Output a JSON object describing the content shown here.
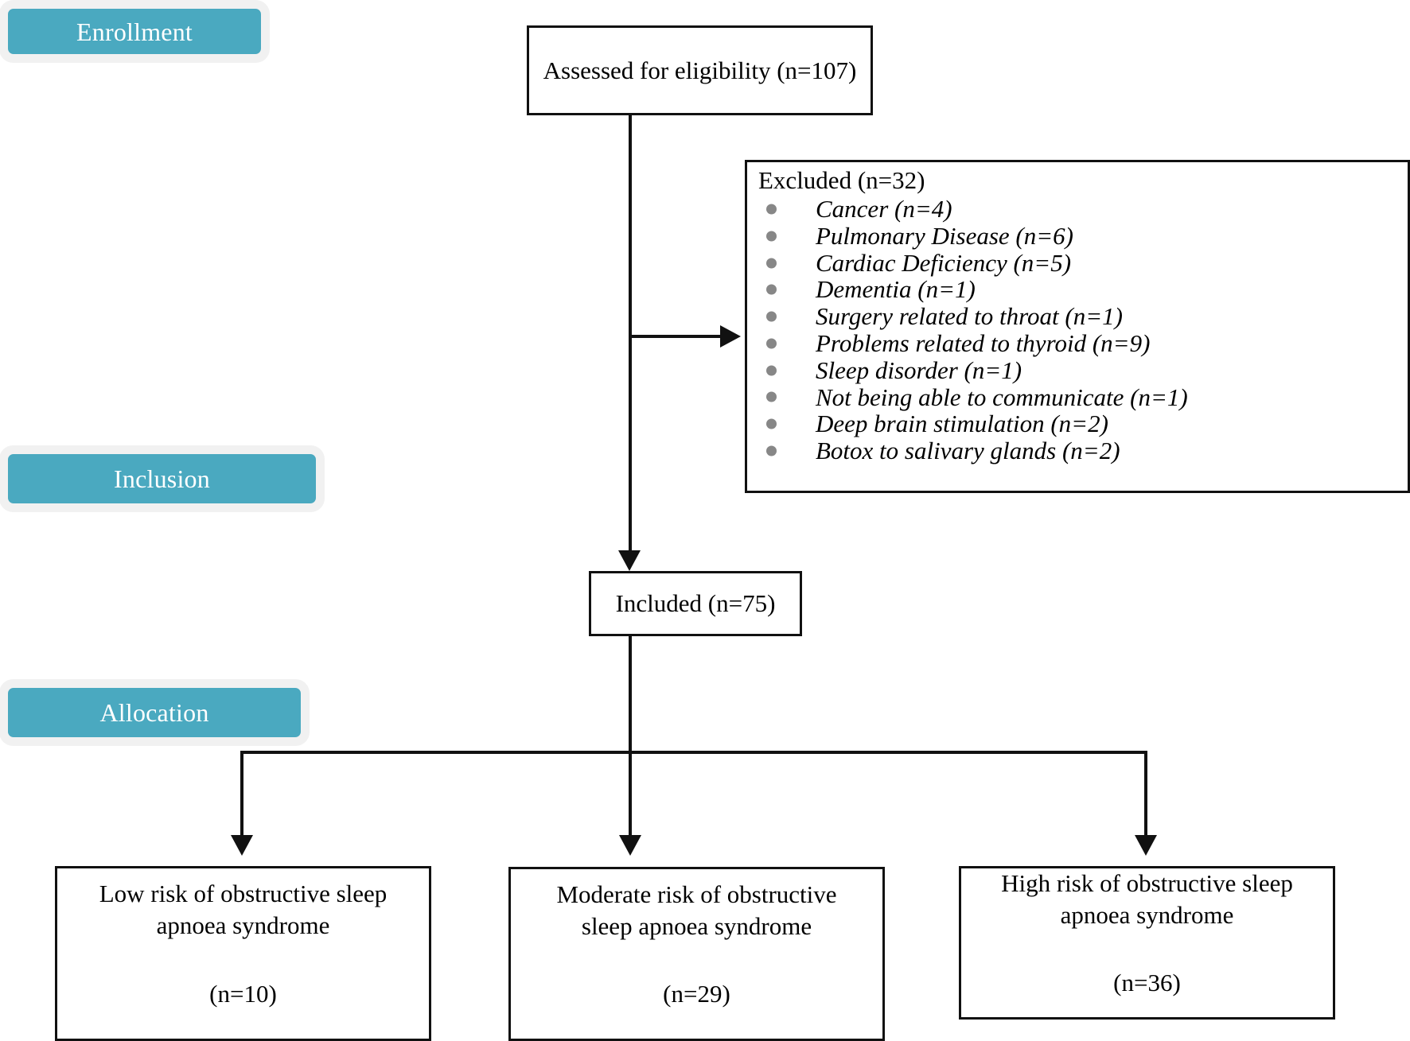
{
  "diagram": {
    "title": "CONSORT-style participant flow diagram",
    "accent_color": "#4aa9c0",
    "pill_halo_color": "#f1f1f1",
    "bullet_color": "#878787",
    "line_color": "#111111"
  },
  "stages": [
    {
      "key": "enrollment",
      "label": "Enrollment"
    },
    {
      "key": "inclusion",
      "label": "Inclusion"
    },
    {
      "key": "allocation",
      "label": "Allocation"
    }
  ],
  "nodes": {
    "eligibility": {
      "label": "Assessed for eligibility (n=107)",
      "n": 107
    },
    "excluded": {
      "heading": "Excluded (n=32)",
      "n": 32,
      "reasons": [
        {
          "label": "Cancer (n=4)",
          "n": 4
        },
        {
          "label": "Pulmonary Disease (n=6)",
          "n": 6
        },
        {
          "label": "Cardiac Deficiency (n=5)",
          "n": 5
        },
        {
          "label": "Dementia (n=1)",
          "n": 1
        },
        {
          "label": "Surgery related to throat (n=1)",
          "n": 1
        },
        {
          "label": "Problems related to thyroid (n=9)",
          "n": 9
        },
        {
          "label": "Sleep disorder (n=1)",
          "n": 1
        },
        {
          "label": "Not being able to communicate (n=1)",
          "n": 1
        },
        {
          "label": "Deep brain stimulation (n=2)",
          "n": 2
        },
        {
          "label": "Botox to salivary glands (n=2)",
          "n": 2
        }
      ]
    },
    "included": {
      "label": "Included (n=75)",
      "n": 75
    },
    "groups": [
      {
        "key": "low-risk",
        "line1": "Low risk of obstructive sleep",
        "line2": "apnoea syndrome",
        "count": "(n=10)",
        "n": 10
      },
      {
        "key": "moderate-risk",
        "line1": "Moderate risk of obstructive",
        "line2": "sleep apnoea syndrome",
        "count": "(n=29)",
        "n": 29
      },
      {
        "key": "high-risk",
        "line1": "High risk of obstructive sleep",
        "line2": "apnoea syndrome",
        "count": "(n=36)",
        "n": 36
      }
    ]
  }
}
